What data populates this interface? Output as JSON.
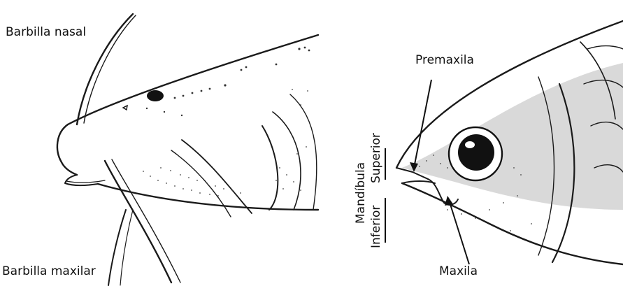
{
  "catfish": {
    "label_barbel_nasal": "Barbilla nasal",
    "label_barbel_maxillary": "Barbilla maxilar"
  },
  "fish": {
    "label_premaxilla": "Premaxila",
    "label_maxilla": "Maxila",
    "label_mandible": "Mandíbula",
    "label_upper": "Superior",
    "label_lower": "Inferior"
  }
}
